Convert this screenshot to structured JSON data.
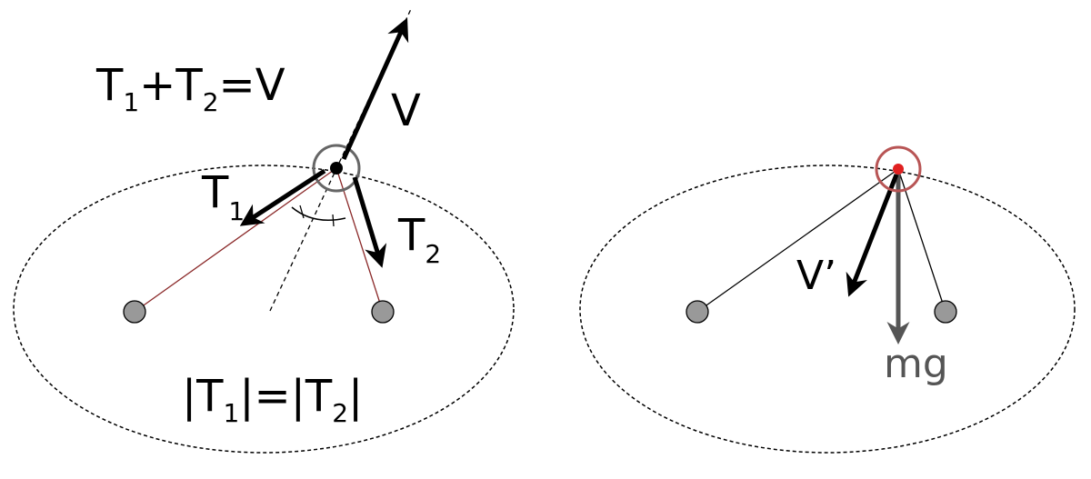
{
  "left": {
    "equation_main": "T",
    "equation_sum": {
      "t1": "T",
      "s1": "1",
      "plus": "+",
      "t2": "T",
      "s2": "2",
      "eq": "=V"
    },
    "label_v": "V",
    "label_t1": {
      "base": "T",
      "sub": "1"
    },
    "label_t2": {
      "base": "T",
      "sub": "2"
    },
    "magnitude": {
      "a": "|T",
      "s1": "1",
      "b": "|=|T",
      "s2": "2",
      "c": "|"
    }
  },
  "right": {
    "label_vprime": "V’",
    "label_mg": "mg"
  },
  "colors": {
    "rope": "#8b2a2a",
    "node_ring_right": "#b85555",
    "node_right": "#e02020",
    "mg": "#555555",
    "ball": "#999999"
  }
}
